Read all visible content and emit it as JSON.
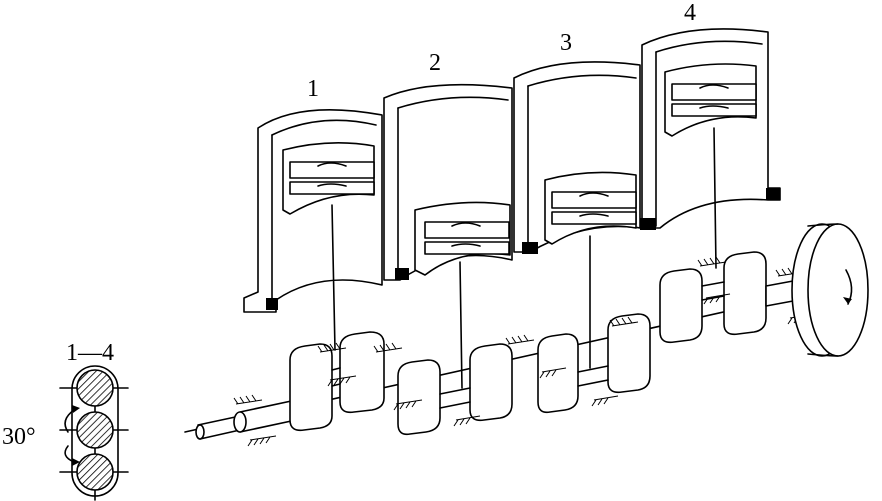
{
  "diagram": {
    "cylinder_labels": [
      "1",
      "2",
      "3",
      "4"
    ],
    "firing_order_label": "1—4",
    "angle_label": "30°"
  }
}
